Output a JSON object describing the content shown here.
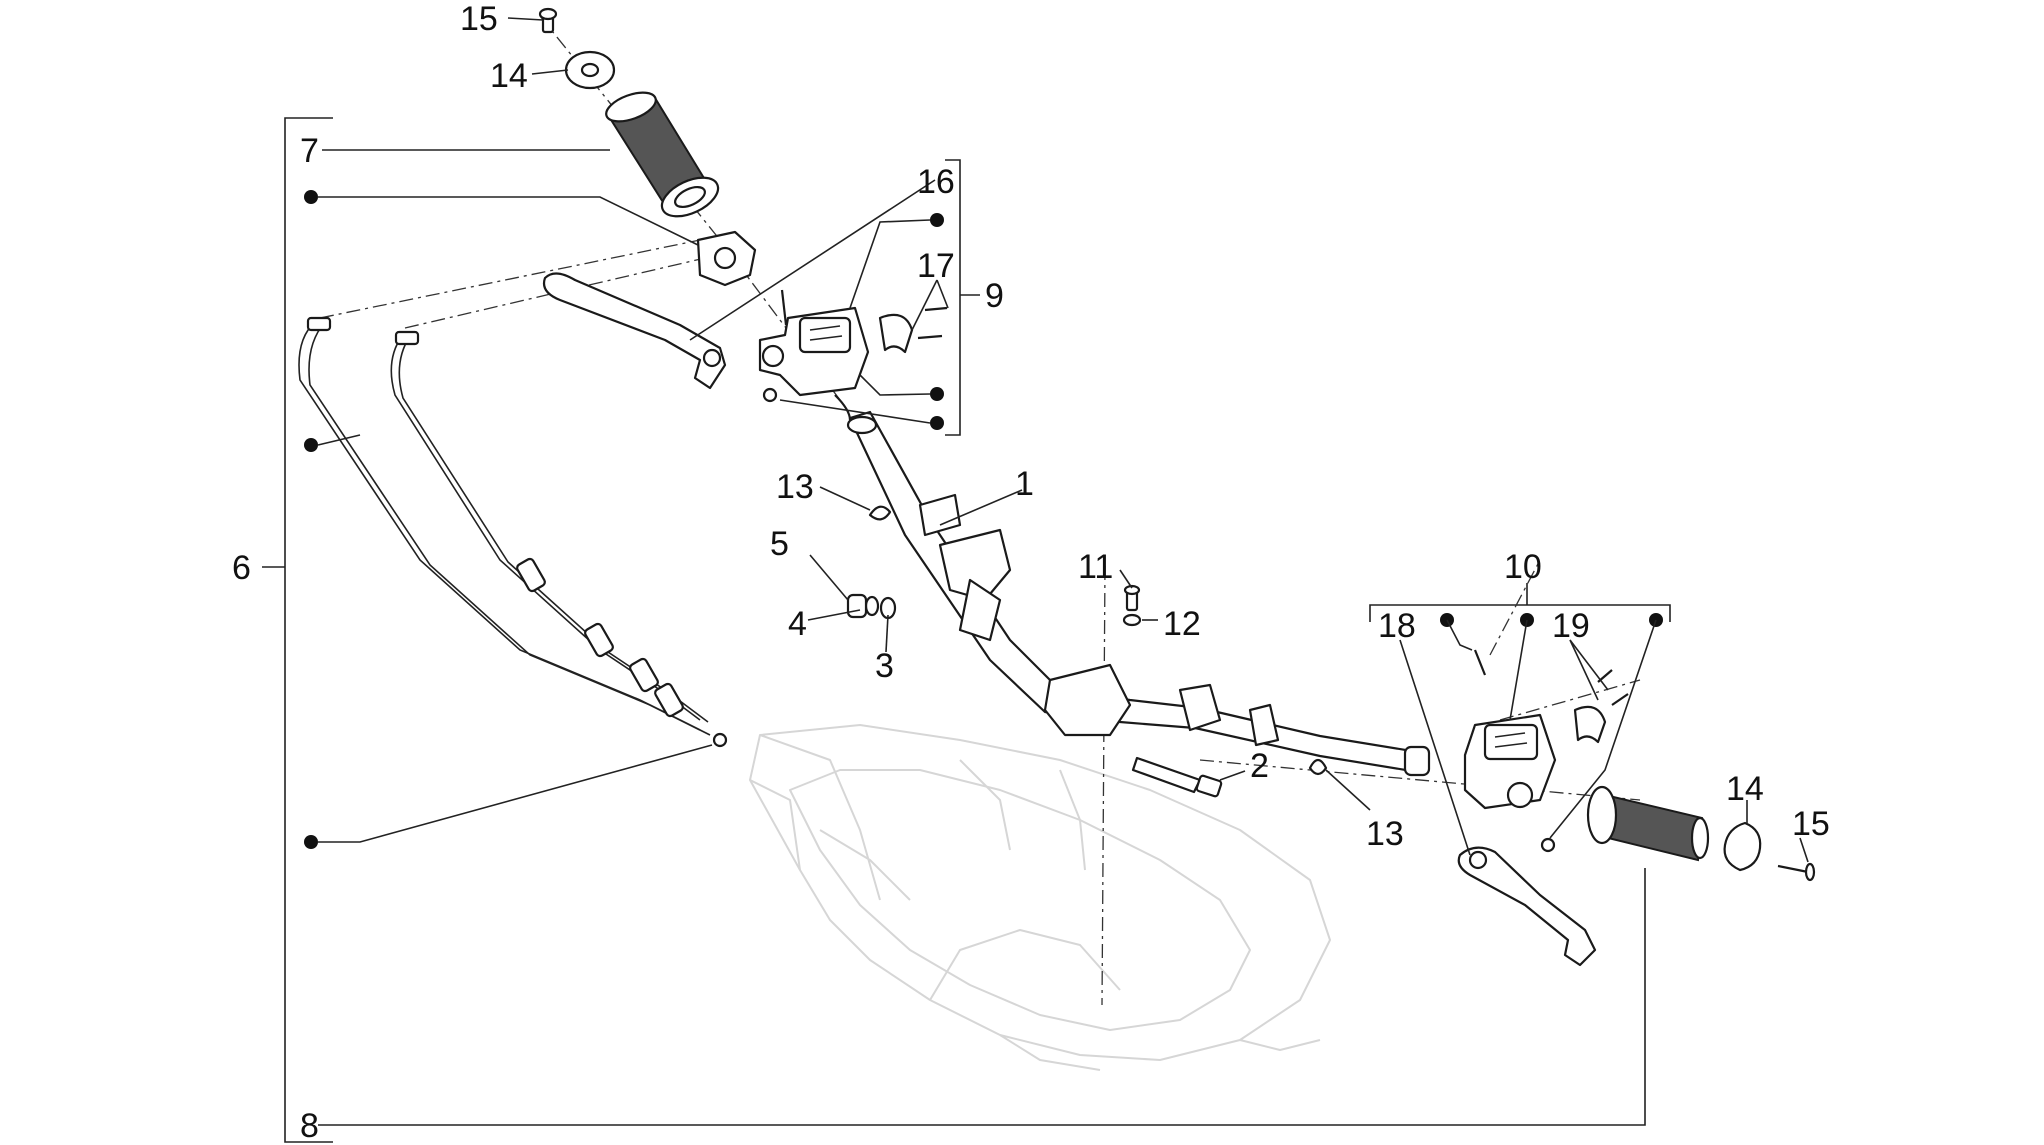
{
  "callouts": {
    "c1": "1",
    "c2": "2",
    "c3": "3",
    "c4": "4",
    "c5": "5",
    "c6": "6",
    "c7": "7",
    "c8": "8",
    "c9": "9",
    "c10": "10",
    "c11": "11",
    "c12": "12",
    "c13a": "13",
    "c13b": "13",
    "c14a": "14",
    "c14b": "14",
    "c15a": "15",
    "c15b": "15",
    "c16": "16",
    "c17": "17",
    "c18": "18",
    "c19": "19"
  },
  "colors": {
    "line": "#1a1a1a",
    "ghost_body": "#d6d6d6",
    "grip": "#555555"
  },
  "icons": [
    "kit-dot-marker"
  ]
}
